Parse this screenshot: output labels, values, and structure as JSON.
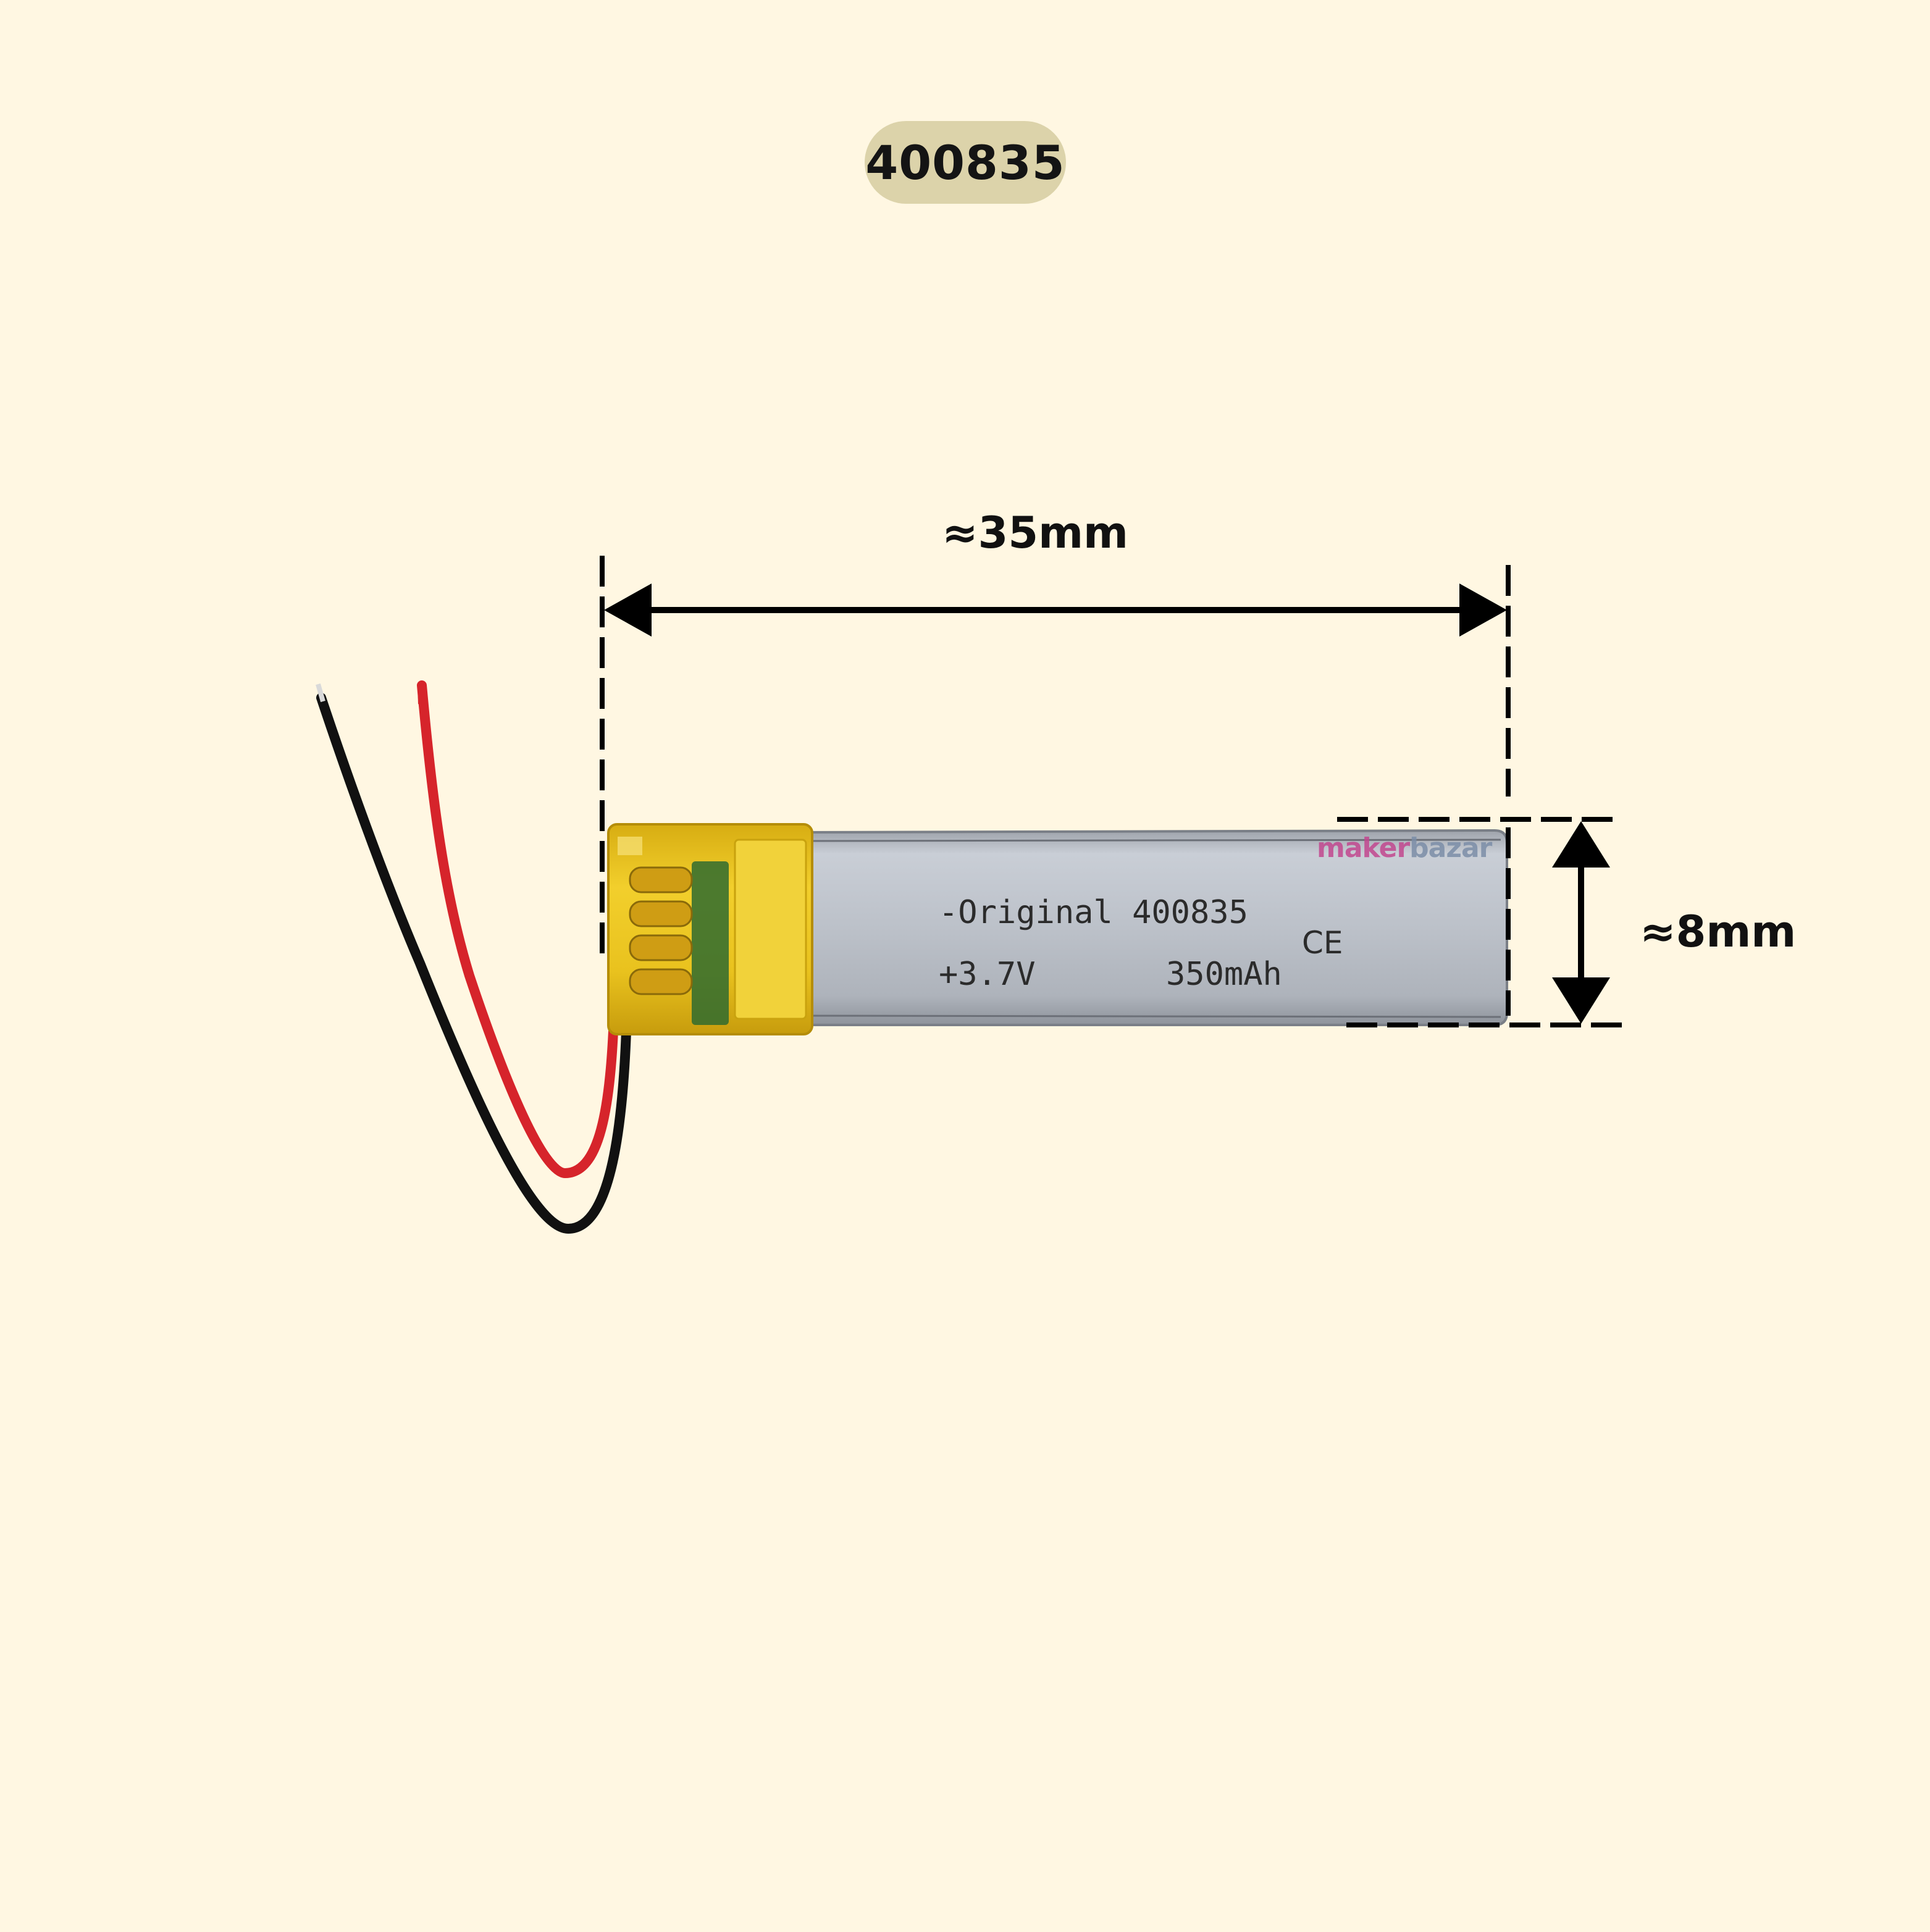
{
  "badge": {
    "model": "400835"
  },
  "dimensions": {
    "length": "≈35mm",
    "width": "≈8mm"
  },
  "battery_print": {
    "line1": "-Original 400835",
    "voltage": "+3.7V",
    "capacity": "350mAh",
    "mark": "CE"
  },
  "watermark": {
    "part1": "maker",
    "part2": "bazar"
  },
  "colors": {
    "background": "#fff7e2",
    "badge": "#dcd3aa",
    "cell_body": "#b9bec6",
    "tape": "#e8c21a",
    "wire_red": "#d6242b",
    "wire_black": "#111111",
    "dimension_lines": "#000000"
  }
}
